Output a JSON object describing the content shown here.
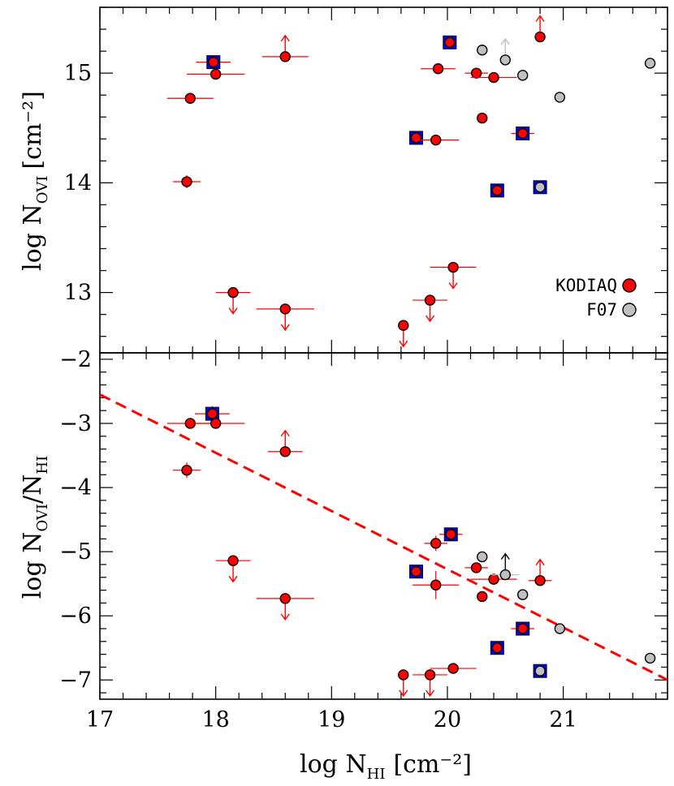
{
  "chart_data": [
    {
      "type": "scatter",
      "panel": "top",
      "ylabel": {
        "main": "log N",
        "sub": "OVI",
        "unit": "[cm⁻²]"
      },
      "xlim": [
        17,
        21.9
      ],
      "ylim": [
        12.45,
        15.6
      ],
      "xticks": [
        17,
        18,
        19,
        20,
        21
      ],
      "yticks": [
        13,
        14,
        15
      ],
      "yticklabels": [
        "13",
        "14",
        "15"
      ],
      "legend": {
        "position": "right",
        "entries": [
          {
            "label": "KODIAQ",
            "color": "#ff0000"
          },
          {
            "label": "F07",
            "color": "#c0c0c0"
          }
        ]
      },
      "series": [
        {
          "name": "KODIAQ",
          "color": "#ff0000",
          "points": [
            {
              "x": 17.98,
              "y": 15.1,
              "xerr": 0.15,
              "box": true
            },
            {
              "x": 18.0,
              "y": 14.99,
              "xerr": 0.25
            },
            {
              "x": 17.78,
              "y": 14.77,
              "xerr": 0.2
            },
            {
              "x": 17.75,
              "y": 14.01,
              "xerr": 0.12,
              "yerr": 0.06
            },
            {
              "x": 18.6,
              "y": 15.15,
              "xerr": 0.2,
              "limit": "lower"
            },
            {
              "x": 18.15,
              "y": 13.0,
              "xerr": 0.15,
              "limit": "upper"
            },
            {
              "x": 18.6,
              "y": 12.85,
              "xerr": 0.25,
              "limit": "upper"
            },
            {
              "x": 20.02,
              "y": 15.28,
              "box": true
            },
            {
              "x": 19.92,
              "y": 15.04,
              "xerr": 0.15
            },
            {
              "x": 20.25,
              "y": 15.0,
              "xerr": 0.1
            },
            {
              "x": 20.4,
              "y": 14.96,
              "xerr": 0.2
            },
            {
              "x": 20.3,
              "y": 14.59
            },
            {
              "x": 19.73,
              "y": 14.41,
              "box": true
            },
            {
              "x": 19.9,
              "y": 14.39,
              "xerr": 0.2
            },
            {
              "x": 20.65,
              "y": 14.45,
              "xerr": 0.1,
              "box": true
            },
            {
              "x": 20.43,
              "y": 13.93,
              "box": true
            },
            {
              "x": 20.8,
              "y": 15.33,
              "limit": "lower"
            },
            {
              "x": 20.05,
              "y": 13.23,
              "xerr": 0.2,
              "limit": "upper"
            },
            {
              "x": 19.85,
              "y": 12.93,
              "xerr": 0.15,
              "limit": "upper"
            },
            {
              "x": 19.62,
              "y": 12.7,
              "limit": "upper"
            }
          ]
        },
        {
          "name": "F07",
          "color": "#c0c0c0",
          "points": [
            {
              "x": 20.3,
              "y": 15.21
            },
            {
              "x": 20.5,
              "y": 15.12,
              "limit": "lower"
            },
            {
              "x": 20.65,
              "y": 14.98
            },
            {
              "x": 20.97,
              "y": 14.78
            },
            {
              "x": 21.75,
              "y": 15.09
            },
            {
              "x": 20.8,
              "y": 13.96,
              "box": true
            }
          ]
        }
      ]
    },
    {
      "type": "scatter",
      "panel": "bottom",
      "xlabel": {
        "main": "log N",
        "sub": "HI",
        "unit": "[cm⁻²]"
      },
      "ylabel": {
        "main": "log N",
        "sub": "OVI",
        "mid": "/N",
        "sub2": "HI"
      },
      "xlim": [
        17,
        21.9
      ],
      "ylim": [
        -7.3,
        -1.9
      ],
      "xticks": [
        17,
        18,
        19,
        20,
        21
      ],
      "xticklabels": [
        "17",
        "18",
        "19",
        "20",
        "21"
      ],
      "yticks": [
        -7,
        -6,
        -5,
        -4,
        -3,
        -2
      ],
      "yticklabels": [
        "−7",
        "−6",
        "−5",
        "−4",
        "−3",
        "−2"
      ],
      "fit_line": {
        "color": "#ff0000",
        "style": "dashed",
        "x": [
          17,
          21.9
        ],
        "y": [
          -2.55,
          -7.0
        ]
      },
      "series": [
        {
          "name": "KODIAQ",
          "color": "#ff0000",
          "points": [
            {
              "x": 17.97,
              "y": -2.85,
              "xerr": 0.15,
              "yerr": 0.12,
              "box": true
            },
            {
              "x": 17.78,
              "y": -3.0,
              "xerr": 0.2
            },
            {
              "x": 18.0,
              "y": -3.0,
              "xerr": 0.25
            },
            {
              "x": 17.75,
              "y": -3.73,
              "xerr": 0.12,
              "yerr": 0.12
            },
            {
              "x": 18.6,
              "y": -3.44,
              "xerr": 0.15,
              "limit": "lower"
            },
            {
              "x": 18.15,
              "y": -5.14,
              "xerr": 0.15,
              "limit": "upper"
            },
            {
              "x": 18.6,
              "y": -5.73,
              "xerr": 0.25,
              "limit": "upper"
            },
            {
              "x": 20.03,
              "y": -4.73,
              "xerr": 0.1,
              "box": true
            },
            {
              "x": 19.9,
              "y": -4.87,
              "xerr": 0.1,
              "yerr": 0.12
            },
            {
              "x": 19.73,
              "y": -5.31,
              "box": true
            },
            {
              "x": 19.9,
              "y": -5.52,
              "xerr": 0.2,
              "yerr": 0.22
            },
            {
              "x": 20.25,
              "y": -5.25,
              "xerr": 0.1
            },
            {
              "x": 20.4,
              "y": -5.43,
              "xerr": 0.2
            },
            {
              "x": 20.3,
              "y": -5.7
            },
            {
              "x": 20.8,
              "y": -5.45,
              "xerr": 0.1,
              "limit": "lower"
            },
            {
              "x": 20.65,
              "y": -6.2,
              "xerr": 0.1,
              "box": true
            },
            {
              "x": 20.43,
              "y": -6.5,
              "box": true
            },
            {
              "x": 19.62,
              "y": -6.92,
              "limit": "upper"
            },
            {
              "x": 19.85,
              "y": -6.92,
              "xerr": 0.15,
              "limit": "upper"
            },
            {
              "x": 20.05,
              "y": -6.82,
              "xerr": 0.2
            }
          ]
        },
        {
          "name": "F07",
          "color": "#c0c0c0",
          "points": [
            {
              "x": 20.3,
              "y": -5.08
            },
            {
              "x": 20.5,
              "y": -5.36,
              "xerr": 0.12,
              "limit": "lower",
              "limit_color": "#000000"
            },
            {
              "x": 20.65,
              "y": -5.67
            },
            {
              "x": 20.97,
              "y": -6.2
            },
            {
              "x": 21.75,
              "y": -6.66
            },
            {
              "x": 20.8,
              "y": -6.86,
              "box": true
            }
          ]
        }
      ]
    }
  ]
}
